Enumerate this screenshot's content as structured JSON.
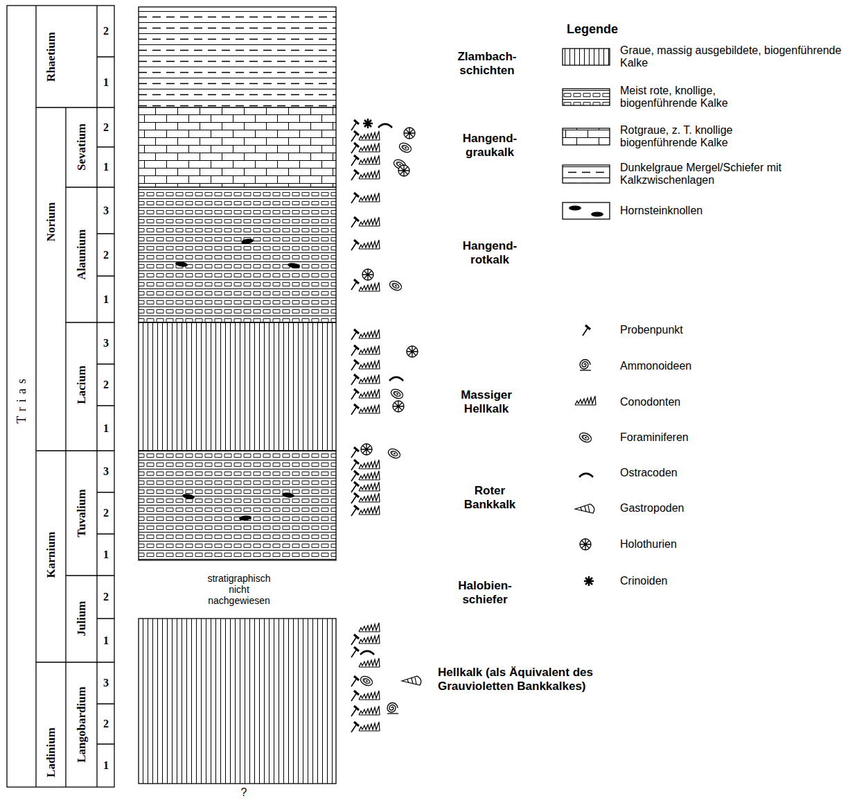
{
  "diagram": {
    "labels": [
      "Trias",
      "Rhaetium",
      "Norium",
      "Karnium",
      "Ladinium",
      "Sevatium",
      "Alaunium",
      "Lacium",
      "Tuvalium",
      "Julium",
      "Langobardium",
      "2",
      "1",
      "2",
      "1",
      "3",
      "2",
      "1",
      "3",
      "2",
      "1",
      "3",
      "2",
      "1",
      "2",
      "1",
      "3",
      "2",
      "1",
      "stratigraphisch nicht nachgewiesen",
      "?",
      "Zlambach- schichten",
      "Hangend- graukalk",
      "Hangend- rotkalk",
      "Massiger Hellkalk",
      "Roter Bankkalk",
      "Halobien- schiefer",
      "Hellkalk (als Äquivalent des Grauvioletten Bankkalkes)",
      "Legende"
    ],
    "legend": [
      {
        "text": "Graue, massig ausgebildete, biogenführende Kalke"
      },
      {
        "text": "Meist rote, knollige, biogenführende Kalke"
      },
      {
        "text": "Rotgraue, z. T. knollige biogenführende Kalke"
      },
      {
        "text": "Dunkelgraue Mergel/Schiefer mit Kalkzwischenlagen"
      },
      {
        "text": "Hornsteinknollen"
      },
      {
        "text": "Probenpunkt"
      },
      {
        "text": "Ammonoideen"
      },
      {
        "text": "Conodonten"
      },
      {
        "text": "Foraminiferen"
      },
      {
        "text": "Ostracoden"
      },
      {
        "text": "Gastropoden"
      },
      {
        "text": "Holothurien"
      },
      {
        "text": "Crinoiden"
      }
    ]
  }
}
